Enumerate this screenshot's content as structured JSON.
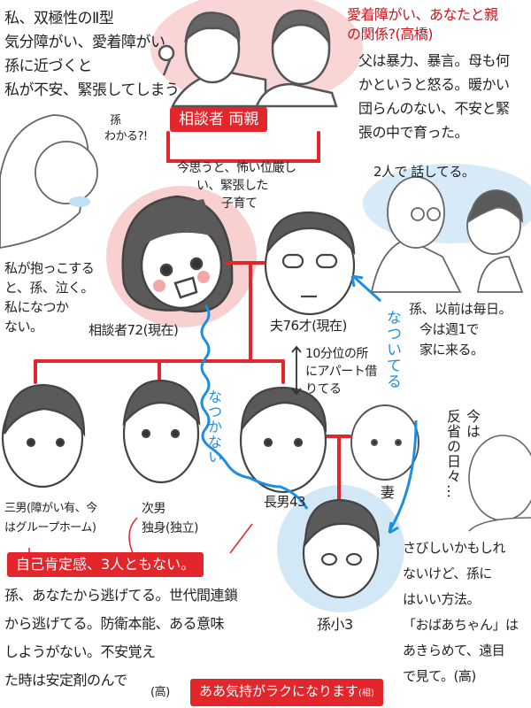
{
  "consultant_note": [
    "私、双極性のⅡ型",
    "気分障がい、愛着障がい",
    "孫に近づくと",
    "私が不安、緊張してしまう"
  ],
  "parents_label": "相談者 両親",
  "grandchild_question": [
    "孫",
    "わかる?!"
  ],
  "advisor_question": [
    "愛着障がい、あなたと親",
    "の関係?(高橋)"
  ],
  "consultant_answer": [
    "父は暴力、暴言。母も何",
    "かというと怒る。暖かい",
    "団らんのない、不安と緊",
    "張の中で育った。"
  ],
  "parenting_note": [
    "今思うと、怖い位厳し",
    "い、緊張した",
    "子育て"
  ],
  "crying_note": [
    "私が抱っこする",
    "と、孫、泣く。",
    "私になつか",
    "ない。"
  ],
  "consultant_label": "相談者72(現在)",
  "talking_note": "2人で 話してる。",
  "husband_label": "夫76才(現在)",
  "visit_note": [
    "孫、以前は毎日。",
    "今は週1で",
    "家に来る。"
  ],
  "attached_label": "なついてる",
  "not_attached_label": "なつかない",
  "apartment_note": [
    "10分位の所",
    "にアパート借",
    "りてる"
  ],
  "eldest_son_label": "長男43",
  "wife_label": "妻",
  "reflection_note": [
    "今は",
    "反省の日々…"
  ],
  "third_son_label": [
    "三男(障がい有、今",
    "はグループホーム)"
  ],
  "second_son_label": [
    "次男",
    "独身(独立)"
  ],
  "self_esteem_label": "自己肯定感、3人ともない。",
  "grandson_label": "孫小3",
  "advice_left": [
    "孫、あなたから逃げてる。世代間連鎖",
    "から逃げてる。防衛本能、ある意味",
    "しようがない。不安覚え",
    "た時は安定剤のんで"
  ],
  "advice_left_sig": "(高)",
  "advice_right": [
    "さびしいかもしれ",
    "ないけど、孫に",
    "はいい方法。",
    "「おばあちゃん」は",
    "あきらめて、遠目",
    "で見て。(高)"
  ],
  "relief_label": "ああ気持がラクになります",
  "relief_sig": "(相)",
  "colors": {
    "accent_red": "#e3262b",
    "title_red": "#c8161d",
    "blue": "#1e8fe0",
    "pink_halo": "#f4b6b6",
    "blue_halo": "#cfe6f6"
  }
}
